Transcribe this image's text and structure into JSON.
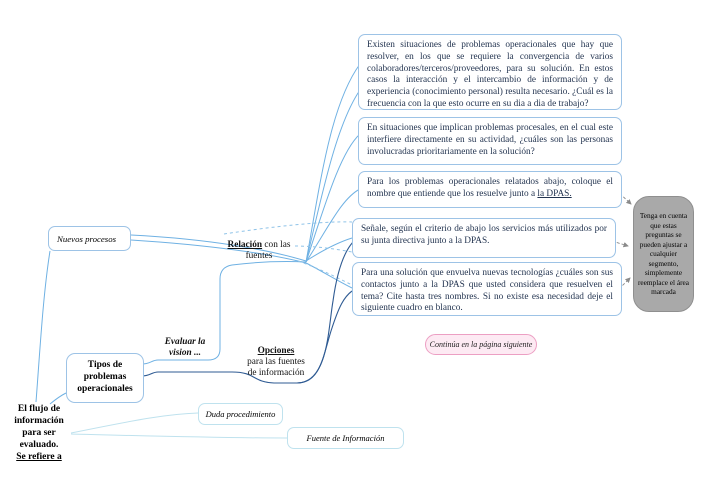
{
  "questions": {
    "q1": "Existen situaciones de problemas operacionales que hay que resolver, en los que se requiere la convergencia de varios colaboradores/terceros/proveedores, para su solución. En estos casos la interacción y el intercambio de información y de experiencia (conocimiento personal) resulta necesario. ¿Cuál es la frecuencia con la que esto ocurre en su dia a dia de trabajo?",
    "q2": "En situaciones que implican problemas procesales, en el cual este interfiere directamente en su actividad, ¿cuáles son las personas involucradas prioritariamente en la solución?",
    "q3_main": "Para los problemas operacionales relatados abajo, coloque el nombre que entiende que los resuelve junto a ",
    "q3_underlined": "la DPAS.",
    "q4": "Señale, según el criterio de abajo los servicios más utilizados por su junta directiva junto a la DPAS.",
    "q5": "Para una solución que envuelva nuevas tecnologías ¿cuáles son sus contactos junto a la DPAS que usted considera que resuelven el tema? Cite hasta tres nombres. Si no existe esa necesidad deje el siguiente cuadro en blanco."
  },
  "note": "Tenga en cuenta que estas preguntas se pueden ajustar a cualquier segmento, simplemente reemplace el área marcada",
  "continuation": "Continúa en la página siguiente",
  "nodes": {
    "nuevos_procesos": "Nuevos procesos",
    "tipos": "Tipos de problemas operacionales",
    "duda": "Duda procedimiento",
    "fuente": "Fuente de Información",
    "root_main": "El flujo de información para ser evaluado.",
    "root_underlined": "Se refiere a"
  },
  "labels": {
    "relacion_bold": "Relación",
    "relacion_rest": " con las fuentes",
    "evaluar": "Evaluar la vision ...",
    "opciones_bold": "Opciones",
    "opciones_rest": "para las fuentes de información"
  },
  "colors": {
    "box_border_blue": "#9dc3e6",
    "connector_light_blue": "#6fb1e3",
    "connector_dark_blue": "#2f5b93",
    "connector_cyan": "#bfe2ee",
    "note_gray": "#a9a9a9",
    "pink_border": "#ec9fc3",
    "pink_fill": "#fdeaf3"
  }
}
